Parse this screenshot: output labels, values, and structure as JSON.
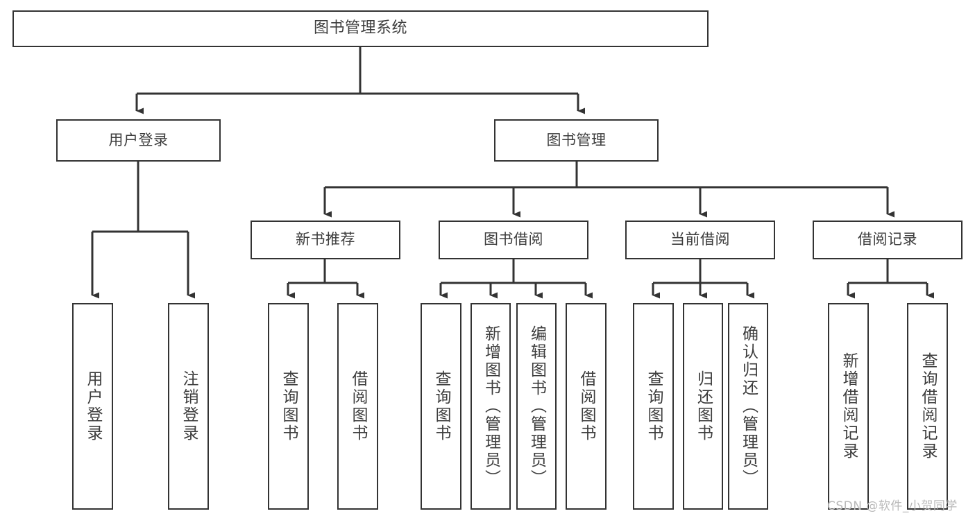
{
  "diagram": {
    "type": "tree-hierarchy",
    "title": "图书管理系统",
    "watermark": "CSDN @软件_小贺同学",
    "colors": {
      "stroke": "#333333",
      "text": "#3d3d3d",
      "background": "#ffffff",
      "watermark": "#b9b9b9"
    },
    "levels": {
      "root": {
        "label": "图书管理系统"
      },
      "level2": [
        {
          "label": "用户登录"
        },
        {
          "label": "图书管理"
        }
      ],
      "level3": [
        {
          "label": "新书推荐"
        },
        {
          "label": "图书借阅"
        },
        {
          "label": "当前借阅"
        },
        {
          "label": "借阅记录"
        }
      ],
      "leaves": [
        {
          "label": "用户登录",
          "parent": "用户登录"
        },
        {
          "label": "注销登录",
          "parent": "用户登录"
        },
        {
          "label": "查询图书",
          "parent": "新书推荐"
        },
        {
          "label": "借阅图书",
          "parent": "新书推荐"
        },
        {
          "label": "查询图书",
          "parent": "图书借阅"
        },
        {
          "label": "新增图书（管理员）",
          "parent": "图书借阅"
        },
        {
          "label": "编辑图书（管理员）",
          "parent": "图书借阅"
        },
        {
          "label": "借阅图书",
          "parent": "图书借阅"
        },
        {
          "label": "查询图书",
          "parent": "当前借阅"
        },
        {
          "label": "归还图书",
          "parent": "当前借阅"
        },
        {
          "label": "确认归还（管理员）",
          "parent": "当前借阅"
        },
        {
          "label": "新增借阅记录",
          "parent": "借阅记录"
        },
        {
          "label": "查询借阅记录",
          "parent": "借阅记录"
        }
      ]
    }
  }
}
